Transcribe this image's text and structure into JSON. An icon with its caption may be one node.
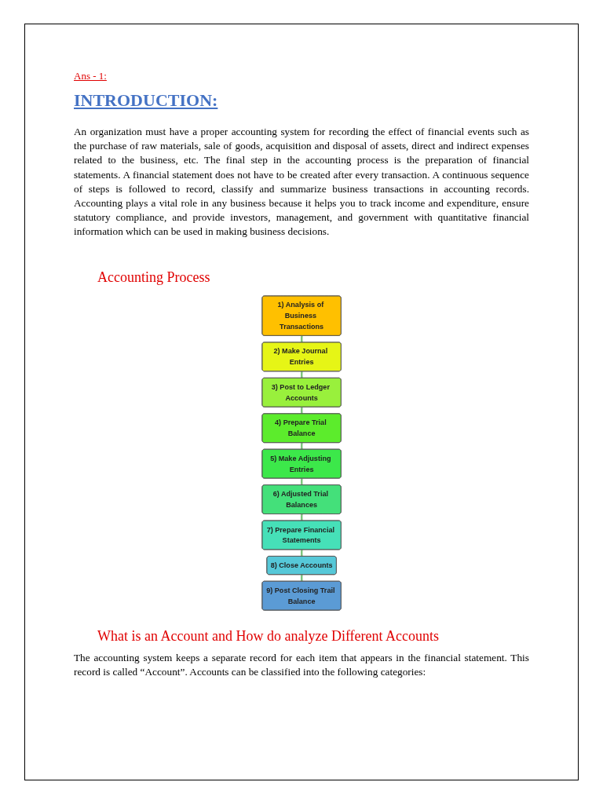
{
  "diagram": {
    "title": "Accounting Process",
    "nodes": [
      {
        "text": [
          "1) Analysis of Business Transactions"
        ]
      },
      {
        "text": [
          "2) Make Journal Entries"
        ]
      },
      {
        "text": [
          "3) Post to Ledger Accounts"
        ]
      },
      {
        "text": [
          "4) Prepare Trial Balance"
        ]
      },
      {
        "text": [
          "5) Make Adjusting Entries"
        ]
      },
      {
        "text": [
          "6) Adjusted Trial Balances"
        ]
      },
      {
        "text": [
          "7) Prepare Financial Statements"
        ]
      },
      {
        "text": [
          "8) Close Accounts"
        ]
      },
      {
        "text": [
          "9) Post Closing Trail Balance"
        ]
      }
    ],
    "edges": [
      {
        "from": 0,
        "to": 1,
        "arrow": "none"
      },
      {
        "from": 1,
        "to": 2,
        "arrow": "none"
      },
      {
        "from": 2,
        "to": 3,
        "arrow": "none"
      },
      {
        "from": 3,
        "to": 4,
        "arrow": "none"
      },
      {
        "from": 4,
        "to": 5,
        "arrow": "none"
      },
      {
        "from": 5,
        "to": 6,
        "arrow": "none"
      },
      {
        "from": 6,
        "to": 7,
        "arrow": "none"
      },
      {
        "from": 7,
        "to": 8,
        "arrow": "none"
      }
    ],
    "labels": [
      "Ans - 1:",
      "INTRODUCTION:",
      "An organization must have a proper accounting system for recording the effect of financial events such as the purchase of raw materials, sale of goods, acquisition and disposal of assets, direct and indirect expenses related to the business, etc. The final step in the accounting process is the preparation of financial statements. A financial statement does not have to be created after every transaction. A continuous sequence of steps is followed to record, classify and summarize business transactions in accounting records. Accounting plays a vital role in any business because it helps you to track income and expenditure, ensure statutory compliance, and provide investors, management, and government with quantitative financial information which can be used in making business decisions.",
      "What is an Account and How do analyze Different Accounts",
      "The accounting system keeps a separate record for each item that appears in the financial statement. This record is called “Account”. Accounts can be classified into the following categories:"
    ]
  }
}
